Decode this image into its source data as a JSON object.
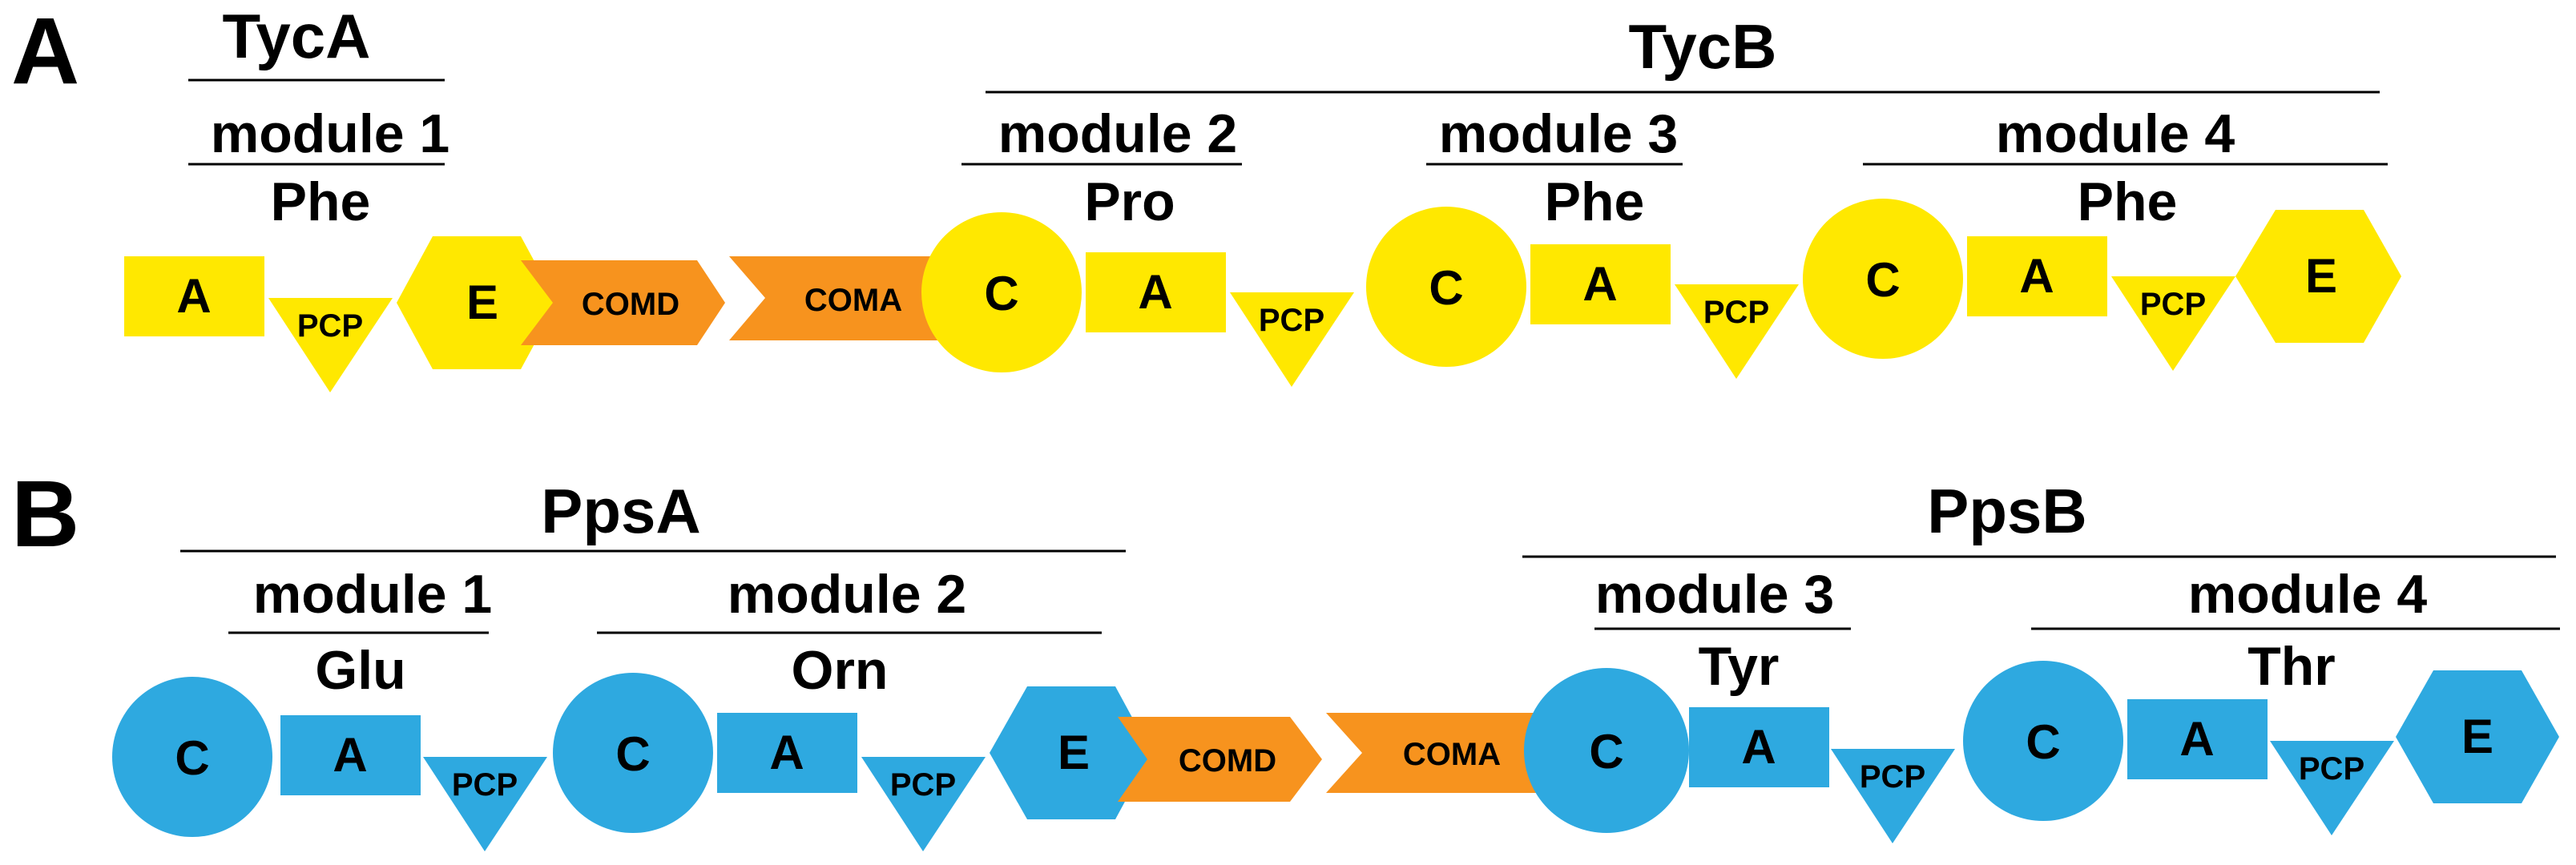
{
  "colors": {
    "yellow": "#ffe800",
    "blue": "#2ea9e0",
    "orange": "#f7931e",
    "line": "#000000"
  },
  "panels": [
    {
      "letter": "A",
      "proteins": [
        {
          "name": "TycA"
        },
        {
          "name": "TycB"
        }
      ],
      "modules": [
        {
          "label": "module 1",
          "amino_acid": "Phe"
        },
        {
          "label": "module 2",
          "amino_acid": "Pro"
        },
        {
          "label": "module 3",
          "amino_acid": "Phe"
        },
        {
          "label": "module 4",
          "amino_acid": "Phe"
        }
      ],
      "domains": [
        {
          "type": "A",
          "label": "A",
          "color": "yellow"
        },
        {
          "type": "PCP",
          "label": "PCP",
          "color": "yellow"
        },
        {
          "type": "E",
          "label": "E",
          "color": "yellow"
        },
        {
          "type": "COMD",
          "label": "COMD",
          "color": "orange"
        },
        {
          "type": "COMA",
          "label": "COMA",
          "color": "orange"
        },
        {
          "type": "C",
          "label": "C",
          "color": "yellow"
        },
        {
          "type": "A",
          "label": "A",
          "color": "yellow"
        },
        {
          "type": "PCP",
          "label": "PCP",
          "color": "yellow"
        },
        {
          "type": "C",
          "label": "C",
          "color": "yellow"
        },
        {
          "type": "A",
          "label": "A",
          "color": "yellow"
        },
        {
          "type": "PCP",
          "label": "PCP",
          "color": "yellow"
        },
        {
          "type": "C",
          "label": "C",
          "color": "yellow"
        },
        {
          "type": "A",
          "label": "A",
          "color": "yellow"
        },
        {
          "type": "PCP",
          "label": "PCP",
          "color": "yellow"
        },
        {
          "type": "E",
          "label": "E",
          "color": "yellow"
        }
      ]
    },
    {
      "letter": "B",
      "proteins": [
        {
          "name": "PpsA"
        },
        {
          "name": "PpsB"
        }
      ],
      "modules": [
        {
          "label": "module 1",
          "amino_acid": "Glu"
        },
        {
          "label": "module 2",
          "amino_acid": "Orn"
        },
        {
          "label": "module 3",
          "amino_acid": "Tyr"
        },
        {
          "label": "module 4",
          "amino_acid": "Thr"
        }
      ],
      "domains": [
        {
          "type": "C",
          "label": "C",
          "color": "blue"
        },
        {
          "type": "A",
          "label": "A",
          "color": "blue"
        },
        {
          "type": "PCP",
          "label": "PCP",
          "color": "blue"
        },
        {
          "type": "C",
          "label": "C",
          "color": "blue"
        },
        {
          "type": "A",
          "label": "A",
          "color": "blue"
        },
        {
          "type": "PCP",
          "label": "PCP",
          "color": "blue"
        },
        {
          "type": "E",
          "label": "E",
          "color": "blue"
        },
        {
          "type": "COMD",
          "label": "COMD",
          "color": "orange"
        },
        {
          "type": "COMA",
          "label": "COMA",
          "color": "orange"
        },
        {
          "type": "C",
          "label": "C",
          "color": "blue"
        },
        {
          "type": "A",
          "label": "A",
          "color": "blue"
        },
        {
          "type": "PCP",
          "label": "PCP",
          "color": "blue"
        },
        {
          "type": "C",
          "label": "C",
          "color": "blue"
        },
        {
          "type": "A",
          "label": "A",
          "color": "blue"
        },
        {
          "type": "PCP",
          "label": "PCP",
          "color": "blue"
        },
        {
          "type": "E",
          "label": "E",
          "color": "blue"
        }
      ]
    }
  ]
}
